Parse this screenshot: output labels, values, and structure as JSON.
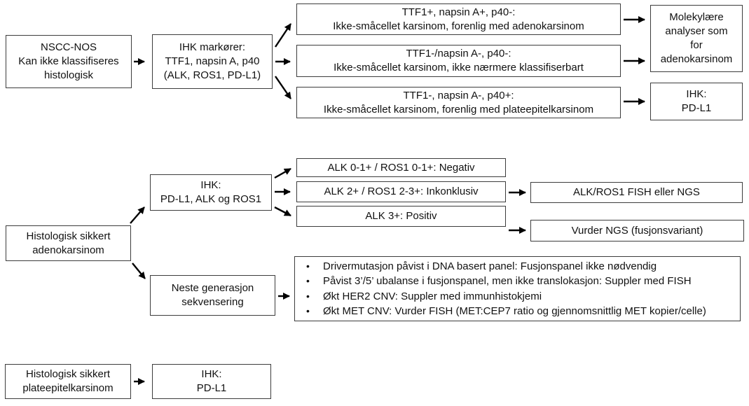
{
  "diagram_type": "clinical-flowchart",
  "language": "no",
  "colors": {
    "background": "#ffffff",
    "box_border": "#3c3c3c",
    "text": "#111111",
    "arrow": "#000000"
  },
  "boxes": {
    "nscc_nos": {
      "lines": [
        "NSCC-NOS",
        "Kan ikke klassifiseres",
        "histologisk"
      ]
    },
    "ihk_markorer": {
      "lines": [
        "IHK markører:",
        "TTF1, napsin A, p40",
        "(ALK, ROS1, PD-L1)"
      ]
    },
    "ttf_adenokarsinom": {
      "lines": [
        "TTF1+, napsin A+, p40-:",
        "Ikke-småcellet karsinom, forenlig med adenokarsinom"
      ]
    },
    "ttf_nos": {
      "lines": [
        "TTF1-/napsin A-, p40-:",
        "Ikke-småcellet karsinom, ikke nærmere klassifiserbart"
      ]
    },
    "ttf_plateepitel": {
      "lines": [
        "TTF1-, napsin A-, p40+:",
        "Ikke-småcellet karsinom, forenlig med plateepitelkarsinom"
      ]
    },
    "molekylare_analyser": {
      "lines": [
        "Molekylære",
        "analyser som",
        "for",
        "adenokarsinom"
      ]
    },
    "ihk_pdl1_topp": {
      "lines": [
        "IHK:",
        "PD-L1"
      ]
    },
    "adenokarsinom": {
      "lines": [
        "Histologisk sikkert",
        "adenokarsinom"
      ]
    },
    "ihk_pdl1_alk_ros1": {
      "lines": [
        "IHK:",
        "PD-L1, ALK og ROS1"
      ]
    },
    "alk_negativ": {
      "lines": [
        "ALK 0-1+ / ROS1 0-1+: Negativ"
      ]
    },
    "alk_inkonklusiv": {
      "lines": [
        "ALK 2+ / ROS1 2-3+: Inkonklusiv"
      ]
    },
    "alk_positiv": {
      "lines": [
        "ALK 3+: Positiv"
      ]
    },
    "alk_ros1_fish": {
      "lines": [
        "ALK/ROS1 FISH eller NGS"
      ]
    },
    "vurder_ngs": {
      "lines": [
        "Vurder NGS (fusjonsvariant)"
      ]
    },
    "neste_generasjon": {
      "lines": [
        "Neste generasjon",
        "sekvensering"
      ]
    },
    "ngs_merknader": {
      "items": [
        "Drivermutasjon påvist i DNA basert panel: Fusjonspanel ikke nødvendig",
        "Påvist 3’/5’ ubalanse i fusjonspanel, men ikke translokasjon: Suppler med FISH",
        "Økt HER2 CNV: Suppler med immunhistokjemi",
        "Økt MET CNV: Vurder FISH (MET:CEP7 ratio og gjennomsnittlig MET kopier/celle)"
      ]
    },
    "plateepitelkarsinom": {
      "lines": [
        "Histologisk sikkert",
        "plateepitelkarsinom"
      ]
    },
    "ihk_pdl1_bunn": {
      "lines": [
        "IHK:",
        "PD-L1"
      ]
    }
  }
}
